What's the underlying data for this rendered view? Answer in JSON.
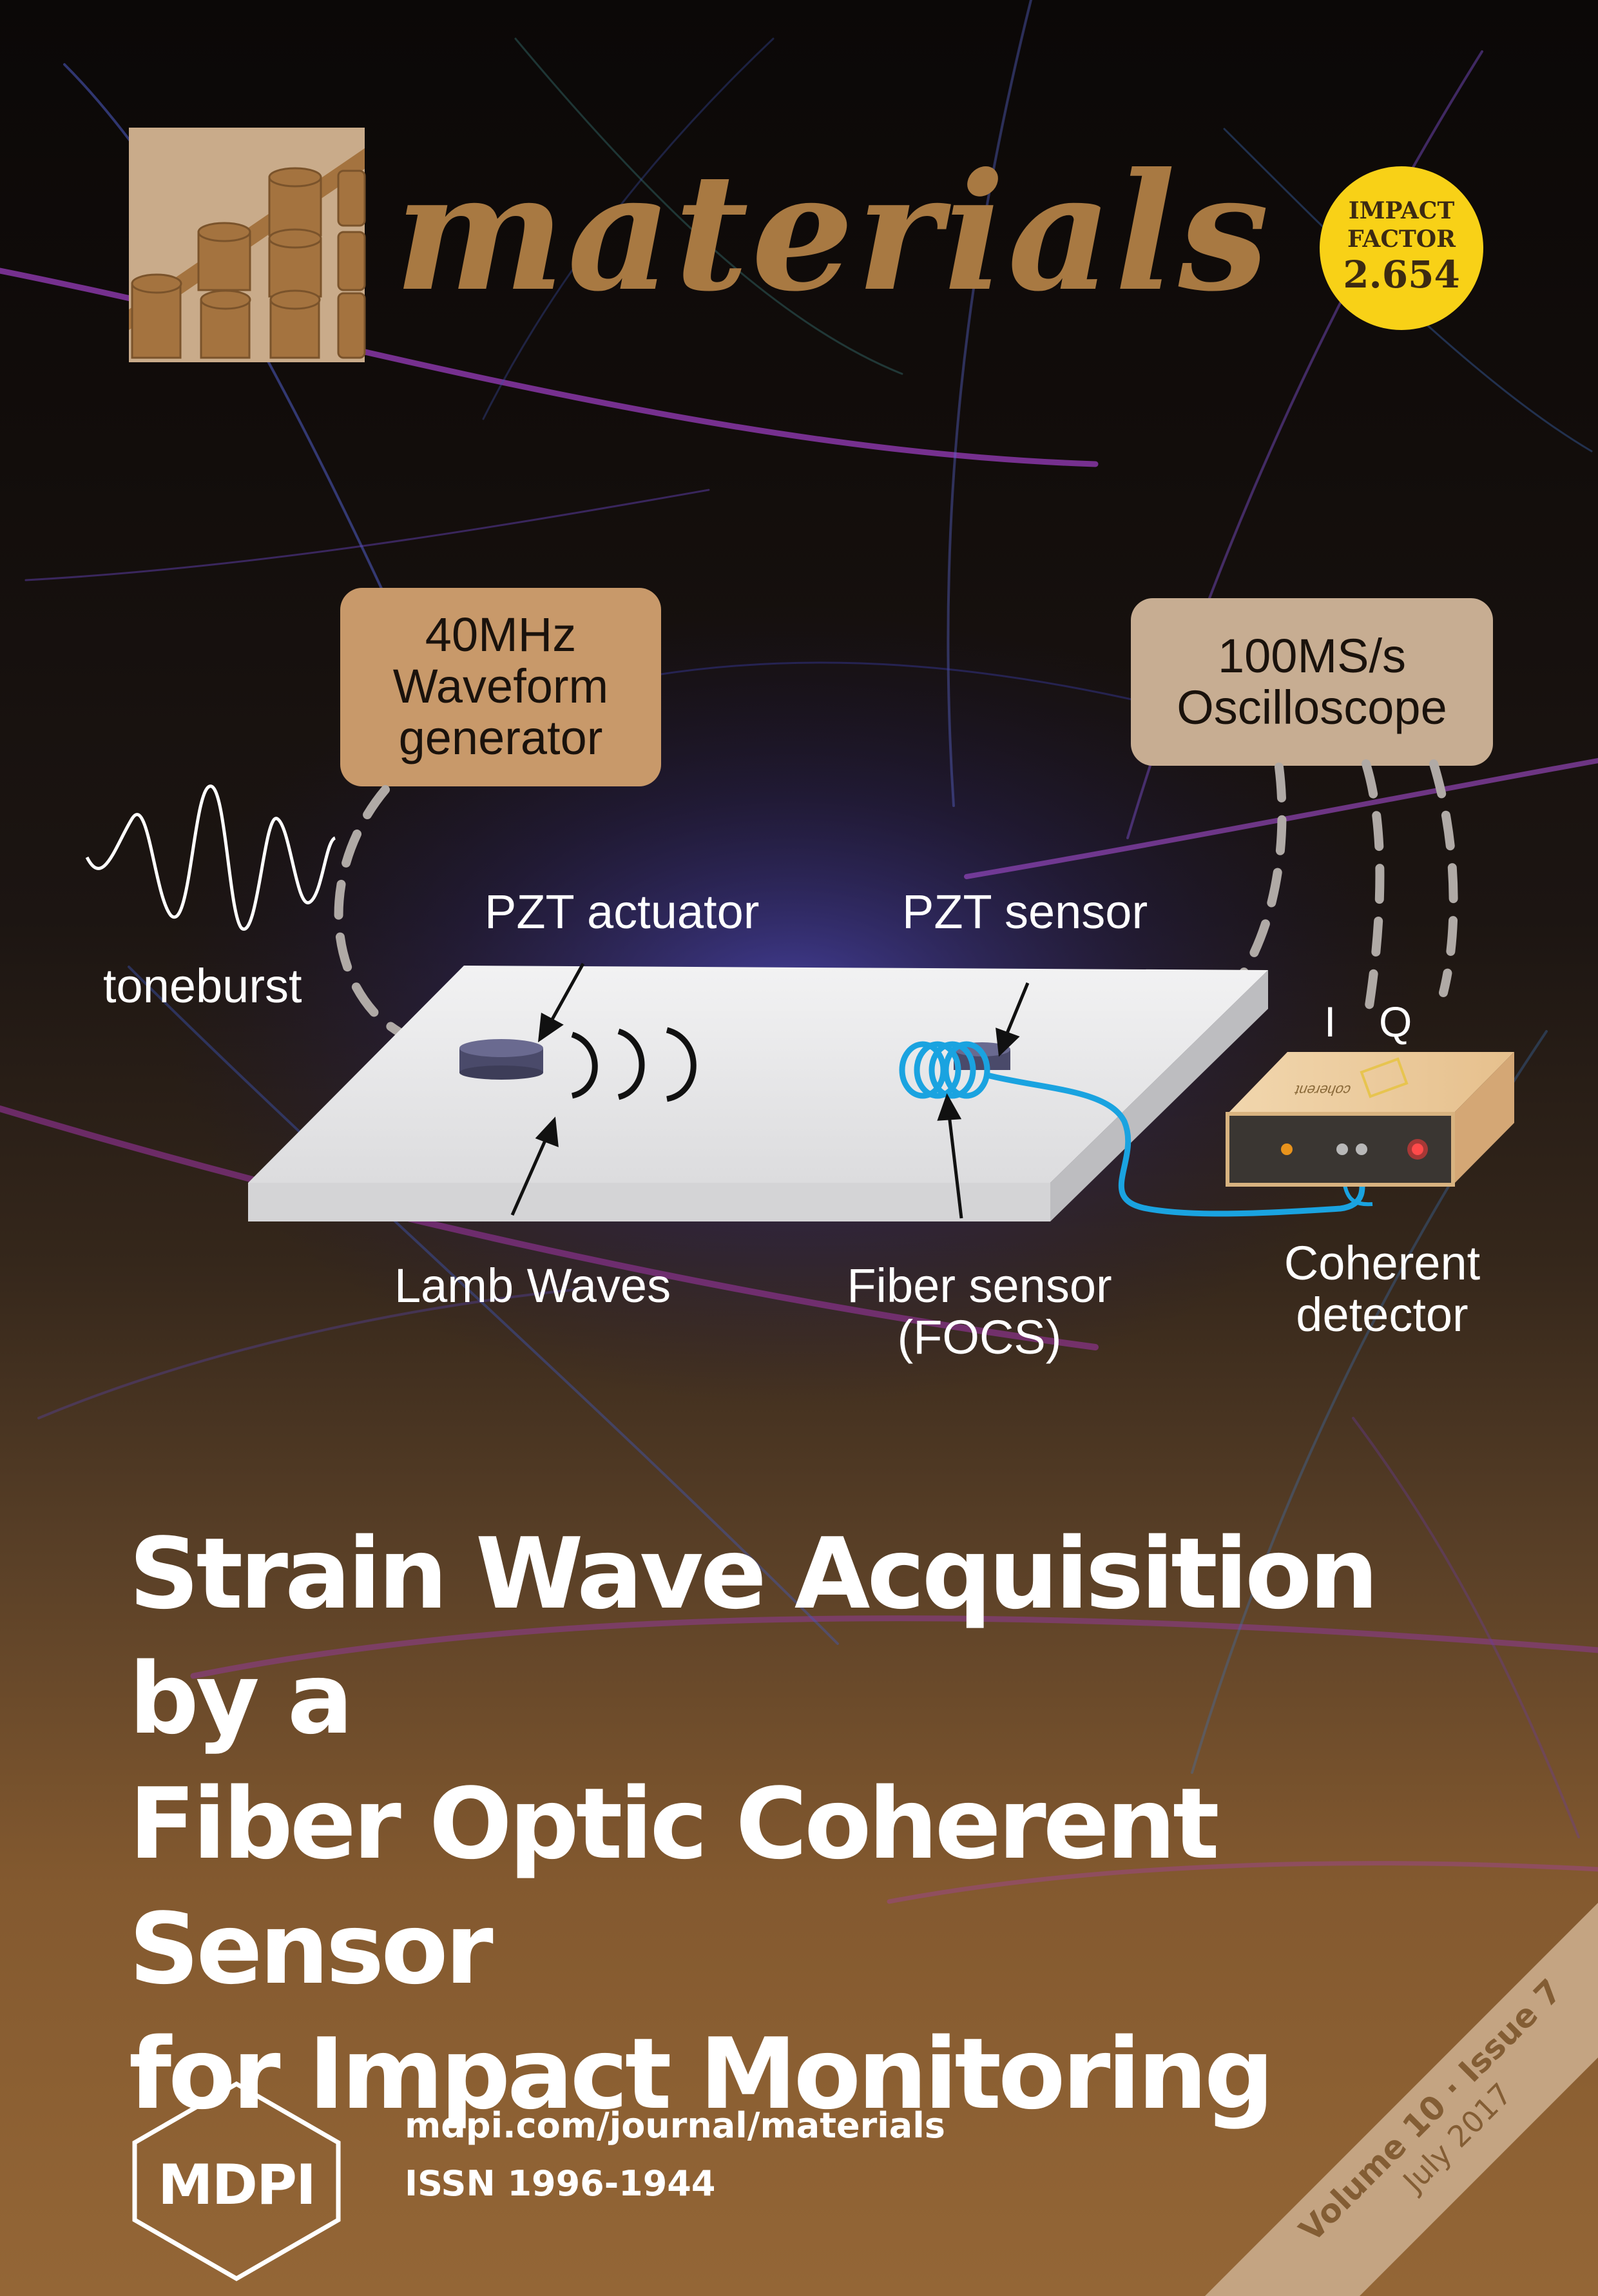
{
  "journal": {
    "name": "materials"
  },
  "impact_factor": {
    "line1": "IMPACT",
    "line2": "FACTOR",
    "value": "2.654"
  },
  "diagram": {
    "generator_box": [
      "40MHz",
      "Waveform",
      "generator"
    ],
    "oscilloscope_box": [
      "100MS/s",
      "Oscilloscope"
    ],
    "toneburst": "toneburst",
    "pzt_actuator": "PZT actuator",
    "pzt_sensor": "PZT sensor",
    "lamb_waves": "Lamb Waves",
    "fiber_sensor": [
      "Fiber sensor",
      "(FOCS)"
    ],
    "coherent_detector": [
      "Coherent",
      "detector"
    ],
    "i_label": "I",
    "q_label": "Q",
    "device_label": "coherent"
  },
  "title": [
    "Strain Wave Acquisition by a",
    "Fiber Optic Coherent Sensor",
    "for Impact Monitoring"
  ],
  "footer": {
    "publisher": "MDPI",
    "url": "mdpi.com/journal/materials",
    "issn": "ISSN 1996-1944"
  },
  "issue": {
    "volume_issue": "Volume 10 · Issue 7",
    "date": "July 2017"
  },
  "colors": {
    "accent_brown": "#a87942",
    "box_generator": "#c8996a",
    "box_oscilloscope": "#c7ad92",
    "impact_badge": "#f8d117",
    "fiber_blue": "#1aa3e0"
  }
}
